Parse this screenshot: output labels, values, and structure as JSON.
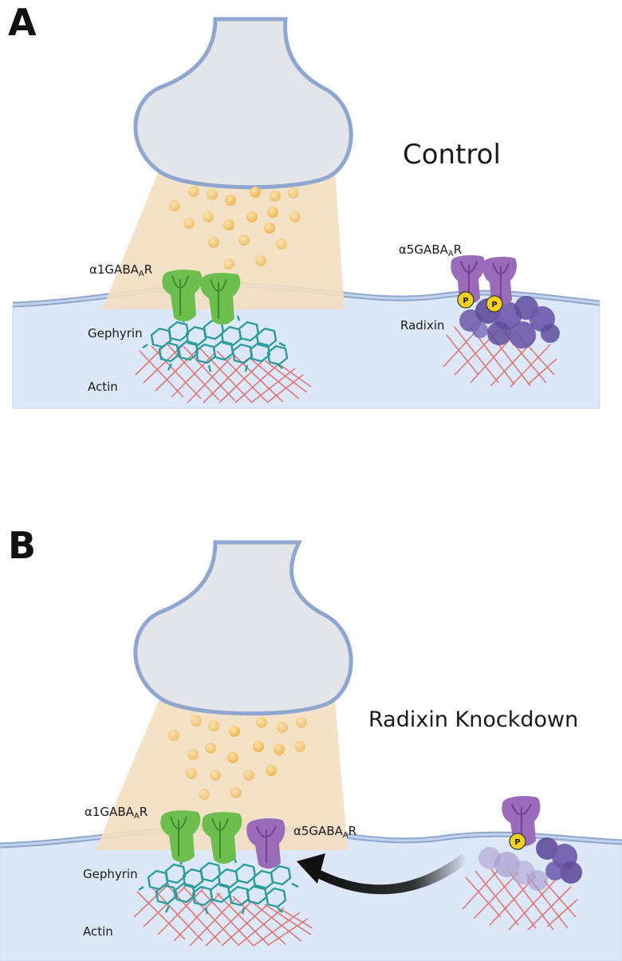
{
  "panels": [
    {
      "letter": "A",
      "condition": "Control",
      "labels": {
        "a1_receptor_main": "α1GABA",
        "a1_receptor_sub": "A",
        "a1_receptor_tail": "R",
        "gephyrin": "Gephyrin",
        "actin": "Actin",
        "a5_receptor_main": "α5GABA",
        "a5_receptor_sub": "A",
        "a5_receptor_tail": "R",
        "radixin": "Radixin",
        "phospho": "P"
      }
    },
    {
      "letter": "B",
      "condition": "Radixin Knockdown",
      "labels": {
        "a1_receptor_main": "α1GABA",
        "a1_receptor_sub": "A",
        "a1_receptor_tail": "R",
        "gephyrin": "Gephyrin",
        "actin": "Actin",
        "a5_receptor_main": "α5GABA",
        "a5_receptor_sub": "A",
        "a5_receptor_tail": "R",
        "phospho": "P"
      }
    }
  ],
  "colors": {
    "membrane": "#a9bedf",
    "membrane_edge": "#7d96c4",
    "cytoplasm": "#dce8f7",
    "terminal": "#e4e5e9",
    "cleft_cone": "#f3dfc1",
    "vesicle": "#f6c056",
    "a1_receptor": "#6cbf4f",
    "a5_receptor": "#9a6bb8",
    "gephyrin": "#2a9c9c",
    "actin": "#e06a6a",
    "radixin": "#6b58a8",
    "phospho": "#f5d11a",
    "arrow": "#111111"
  },
  "icons": {
    "a1": "gaba-a-receptor-alpha1-icon",
    "a5": "gaba-a-receptor-alpha5-icon",
    "gephyrin": "gephyrin-lattice-icon",
    "actin": "actin-mesh-icon",
    "radixin": "radixin-cluster-icon",
    "vesicle": "synaptic-vesicle-icon",
    "arrow": "translocation-arrow-icon"
  }
}
